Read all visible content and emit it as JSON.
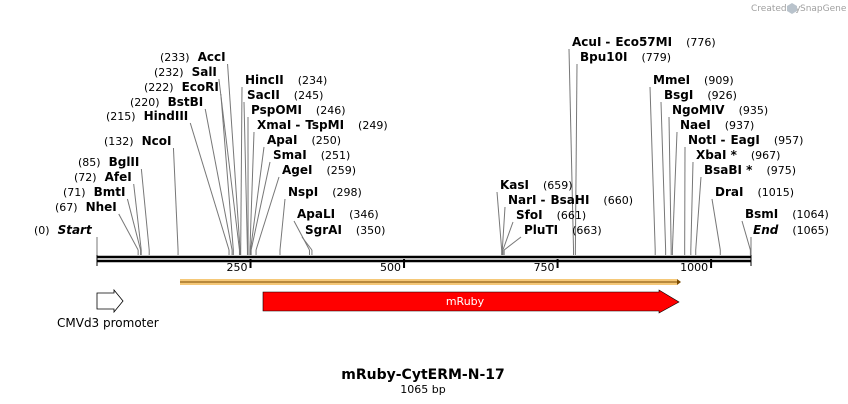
{
  "credit": "Created by",
  "brand": "SnapGene",
  "title": "mRuby-CytERM-N-17",
  "length_label": "1065 bp",
  "sequence_length": 1065,
  "ticks": [
    {
      "pos": 250,
      "label": "250"
    },
    {
      "pos": 500,
      "label": "500"
    },
    {
      "pos": 750,
      "label": "750"
    },
    {
      "pos": 1000,
      "label": "1000"
    }
  ],
  "features": {
    "cds": {
      "label": "mRuby",
      "start": 275,
      "end": 953,
      "color": "#ff0000"
    },
    "promoter": {
      "label": "CMVd3 promoter",
      "color": "#ffffff"
    },
    "orf": {
      "start": 135,
      "end": 955,
      "color": "#f5c878"
    }
  },
  "sites": [
    {
      "pos": "(0)",
      "name": "Start"
    },
    {
      "pos": "(67)",
      "name": "NheI"
    },
    {
      "pos": "(71)",
      "name": "BmtI"
    },
    {
      "pos": "(72)",
      "name": "AfeI"
    },
    {
      "pos": "(85)",
      "name": "BglII"
    },
    {
      "pos": "(132)",
      "name": "NcoI"
    },
    {
      "pos": "(215)",
      "name": "HindIII"
    },
    {
      "pos": "(220)",
      "name": "BstBI"
    },
    {
      "pos": "(222)",
      "name": "EcoRI"
    },
    {
      "pos": "(232)",
      "name": "SalI"
    },
    {
      "pos": "(233)",
      "name": "AccI"
    },
    {
      "pos": "(234)",
      "name": "HincII"
    },
    {
      "pos": "(245)",
      "name": "SacII"
    },
    {
      "pos": "(246)",
      "name": "PspOMI"
    },
    {
      "pos": "(249)",
      "name": "XmaI",
      "name2": "TspMI"
    },
    {
      "pos": "(250)",
      "name": "ApaI"
    },
    {
      "pos": "(251)",
      "name": "SmaI"
    },
    {
      "pos": "(259)",
      "name": "AgeI"
    },
    {
      "pos": "(298)",
      "name": "NspI"
    },
    {
      "pos": "(346)",
      "name": "ApaLI"
    },
    {
      "pos": "(350)",
      "name": "SgrAI"
    },
    {
      "pos": "(659)",
      "name": "KasI"
    },
    {
      "pos": "(660)",
      "name": "NarI",
      "name2": "BsaHI"
    },
    {
      "pos": "(661)",
      "name": "SfoI"
    },
    {
      "pos": "(663)",
      "name": "PluTI"
    },
    {
      "pos": "(776)",
      "name": "AcuI",
      "name2": "Eco57MI"
    },
    {
      "pos": "(779)",
      "name": "Bpu10I"
    },
    {
      "pos": "(909)",
      "name": "MmeI"
    },
    {
      "pos": "(926)",
      "name": "BsgI"
    },
    {
      "pos": "(935)",
      "name": "NgoMIV"
    },
    {
      "pos": "(937)",
      "name": "NaeI"
    },
    {
      "pos": "(957)",
      "name": "NotI",
      "name2": "EagI"
    },
    {
      "pos": "(967)",
      "name": "XbaI *"
    },
    {
      "pos": "(975)",
      "name": "BsaBI *"
    },
    {
      "pos": "(1015)",
      "name": "DraI"
    },
    {
      "pos": "(1064)",
      "name": "BsmI"
    },
    {
      "pos": "(1065)",
      "name": "End"
    }
  ]
}
